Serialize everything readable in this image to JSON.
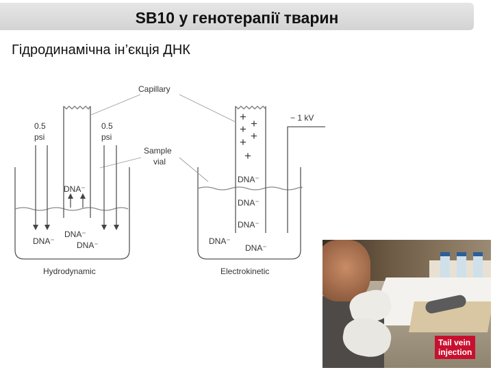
{
  "slide": {
    "title": "SB10 у генотерапії тварин",
    "subtitle": "Гідродинамічна ін’єкція ДНК"
  },
  "diagram": {
    "capillary_label": "Capillary",
    "sample_vial_line1": "Sample",
    "sample_vial_line2": "vial",
    "pressure_value": "0.5",
    "pressure_unit": "psi",
    "voltage_label": "− 1 kV",
    "dna_label": "DNA⁻",
    "plus_sign": "+",
    "hydrodynamic_label": "Hydrodynamic",
    "electrokinetic_label": "Electrokinetic"
  },
  "photo": {
    "caption_line1": "Tail vein",
    "caption_line2": "injection"
  }
}
